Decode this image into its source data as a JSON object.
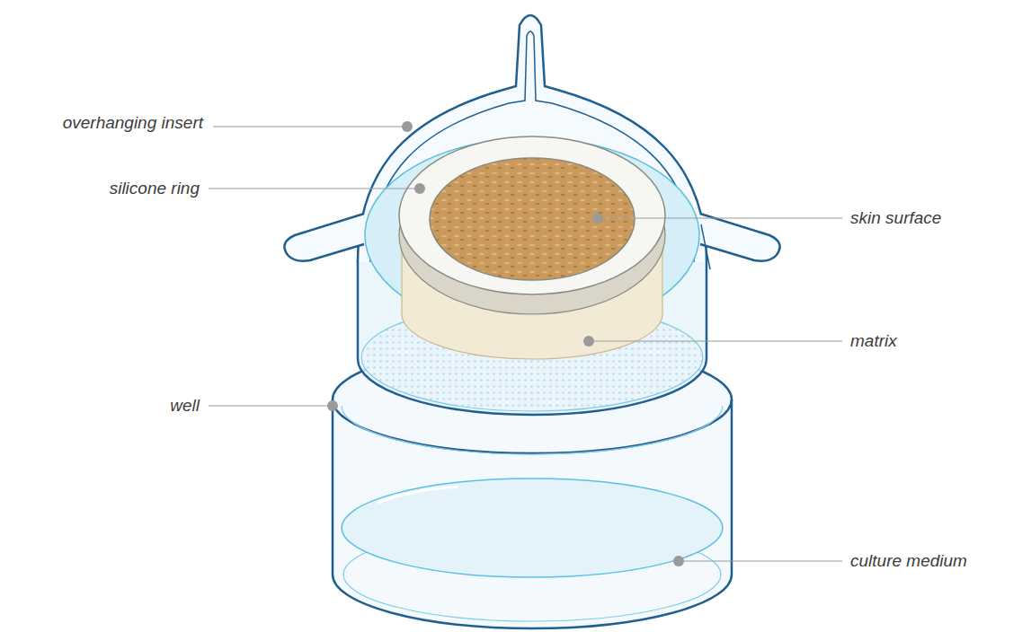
{
  "diagram": {
    "labels": [
      "overhanging insert",
      "silicone ring",
      "skin surface",
      "matrix",
      "well",
      "culture medium"
    ]
  }
}
